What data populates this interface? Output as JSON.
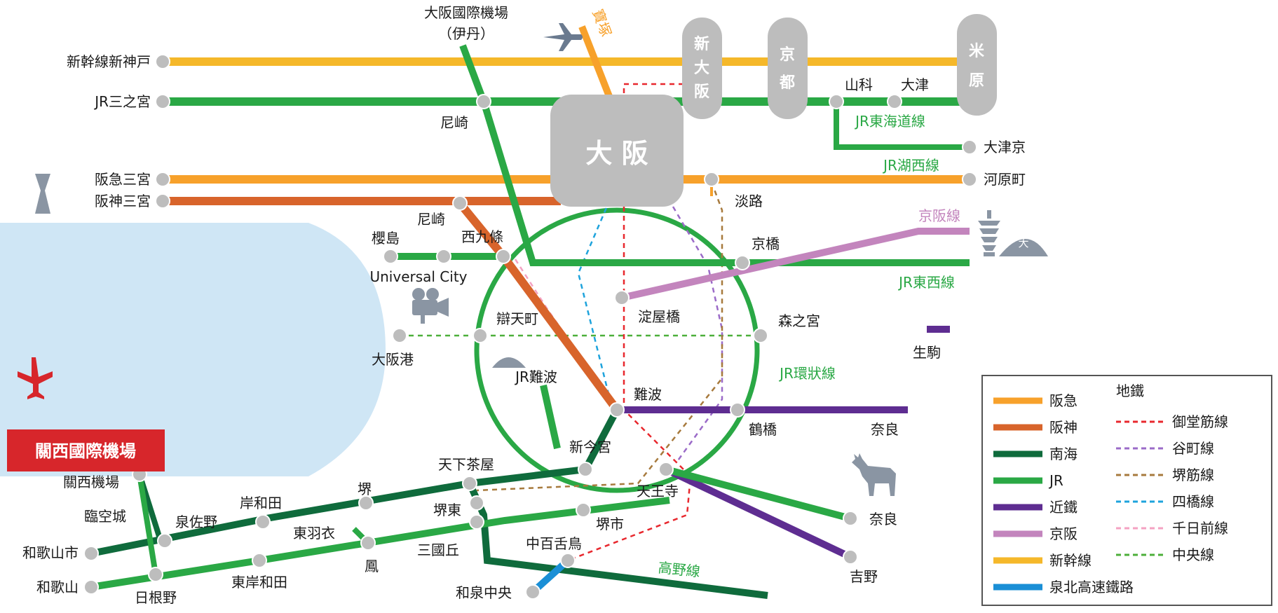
{
  "map": {
    "center_label": "大 阪",
    "hubs": {
      "shin_osaka": [
        "新",
        "大",
        "阪"
      ],
      "kyoto": [
        "京",
        "都"
      ],
      "maibara": [
        "米",
        "原"
      ]
    },
    "airports": {
      "itami_line1": "大阪國際機場",
      "itami_line2": "（伊丹）",
      "kansai": "關西國際機場"
    },
    "line_labels": {
      "tokaido": "JR東海道線",
      "kosei": "JR湖西線",
      "keihan": "京阪線",
      "tozai": "JR東西線",
      "loop": "JR環狀線",
      "koya": "高野線",
      "takarazuka": "寶塚"
    },
    "stations": {
      "shin_kobe": "新幹線新神戸",
      "jr_sannomiya": "JR三之宮",
      "hankyu_sannomiya": "阪急三宮",
      "hanshin_sannomiya": "阪神三宮",
      "amagasaki1": "尼崎",
      "amagasaki2": "尼崎",
      "yamashina": "山科",
      "otsu": "大津",
      "otsukyo": "大津京",
      "kawaramachi": "河原町",
      "awaji": "淡路",
      "sakurajima": "櫻島",
      "nishikujo": "西九條",
      "universal": "Universal City",
      "kyobashi": "京橋",
      "yodoyabashi": "淀屋橋",
      "bentencho": "辯天町",
      "morinomiya": "森之宮",
      "osakako": "大阪港",
      "ikoma": "生駒",
      "jr_namba": "JR難波",
      "namba": "難波",
      "tsuruhashi": "鶴橋",
      "nara_kintetsu": "奈良",
      "shinimamiya": "新今宮",
      "tengachaya": "天下茶屋",
      "tennoji": "天王寺",
      "nara_jr": "奈良",
      "sakai": "堺",
      "kishiwada": "岸和田",
      "izumisano": "泉佐野",
      "kanku_station": "關西機場",
      "rinku": "臨空城",
      "wakayamashi": "和歌山市",
      "wakayama": "和歌山",
      "hineno": "日根野",
      "higashikishiwada": "東岸和田",
      "higashihagoromo": "東羽衣",
      "otori": "鳳",
      "sakaihigashi": "堺東",
      "sakaishi": "堺市",
      "mikunigaoka": "三國丘",
      "nakamozu": "中百舌鳥",
      "izumichuo": "和泉中央",
      "yoshino": "吉野"
    }
  },
  "legend": {
    "lines": [
      {
        "label": "阪急",
        "color": "#f7a12b"
      },
      {
        "label": "阪神",
        "color": "#d8642b"
      },
      {
        "label": "南海",
        "color": "#0f6b3c"
      },
      {
        "label": "JR",
        "color": "#2aa845"
      },
      {
        "label": "近鐵",
        "color": "#5e2d91"
      },
      {
        "label": "京阪",
        "color": "#c385bd"
      },
      {
        "label": "新幹線",
        "color": "#f5b82a"
      },
      {
        "label": "泉北高速鐵路",
        "color": "#1a8fd6"
      }
    ],
    "subway_title": "地鐵",
    "subway": [
      {
        "label": "御堂筋線",
        "color": "#e8282e"
      },
      {
        "label": "谷町線",
        "color": "#9b6bc8"
      },
      {
        "label": "堺筋線",
        "color": "#a77a3d"
      },
      {
        "label": "四橋線",
        "color": "#1ea3dc"
      },
      {
        "label": "千日前線",
        "color": "#f4a2c2"
      },
      {
        "label": "中央線",
        "color": "#4caf3a"
      }
    ]
  }
}
